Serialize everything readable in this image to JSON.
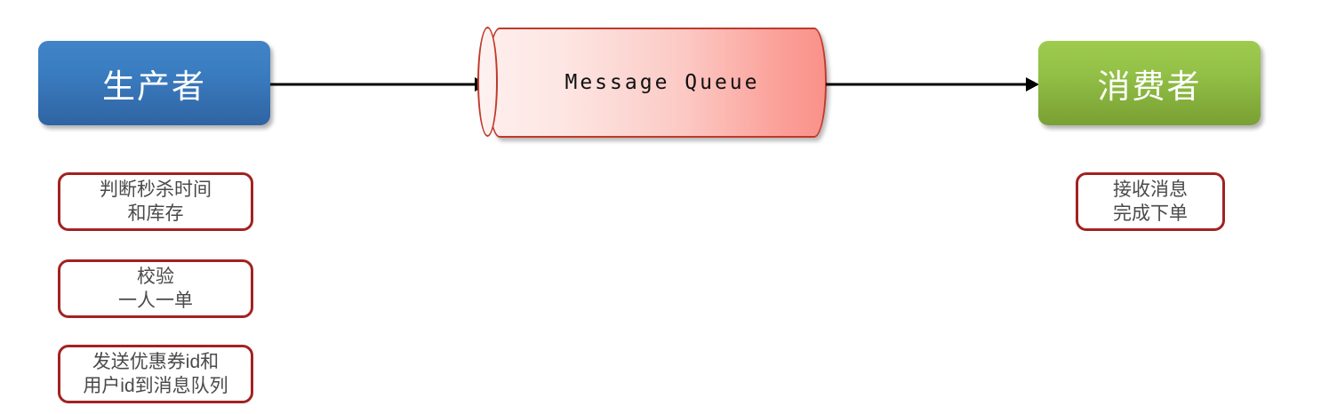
{
  "diagram": {
    "nodes": {
      "producer": {
        "label": "生产者",
        "fill_top": "#4084c7",
        "fill_bottom": "#2f64a3",
        "text_color": "#ffffff"
      },
      "queue": {
        "label": "Message Queue",
        "shape": "cylinder",
        "fill_left": "#fdeeec",
        "fill_right": "#f99189",
        "border_color": "#c0392b",
        "text_color": "#111111"
      },
      "consumer": {
        "label": "消费者",
        "fill_top": "#9ecb4e",
        "fill_bottom": "#79a033",
        "text_color": "#ffffff"
      }
    },
    "notes": {
      "border_color": "#a22222",
      "text_color": "#4a4a4a",
      "check_time": {
        "line1": "判断秒杀时间",
        "line2": "和库存"
      },
      "one_order": {
        "line1": "校验",
        "line2": "一人一单"
      },
      "send_mq": {
        "line1": "发送优惠券id和",
        "line2": "用户id到消息队列"
      },
      "receive_msg": {
        "line1": "接收消息",
        "line2": "完成下单"
      }
    },
    "arrows": [
      {
        "name": "producer-to-queue",
        "from": "producer",
        "to": "queue",
        "label": "",
        "color": "#000000"
      },
      {
        "name": "queue-to-consumer",
        "from": "queue",
        "to": "consumer",
        "label": "",
        "color": "#000000"
      }
    ]
  }
}
